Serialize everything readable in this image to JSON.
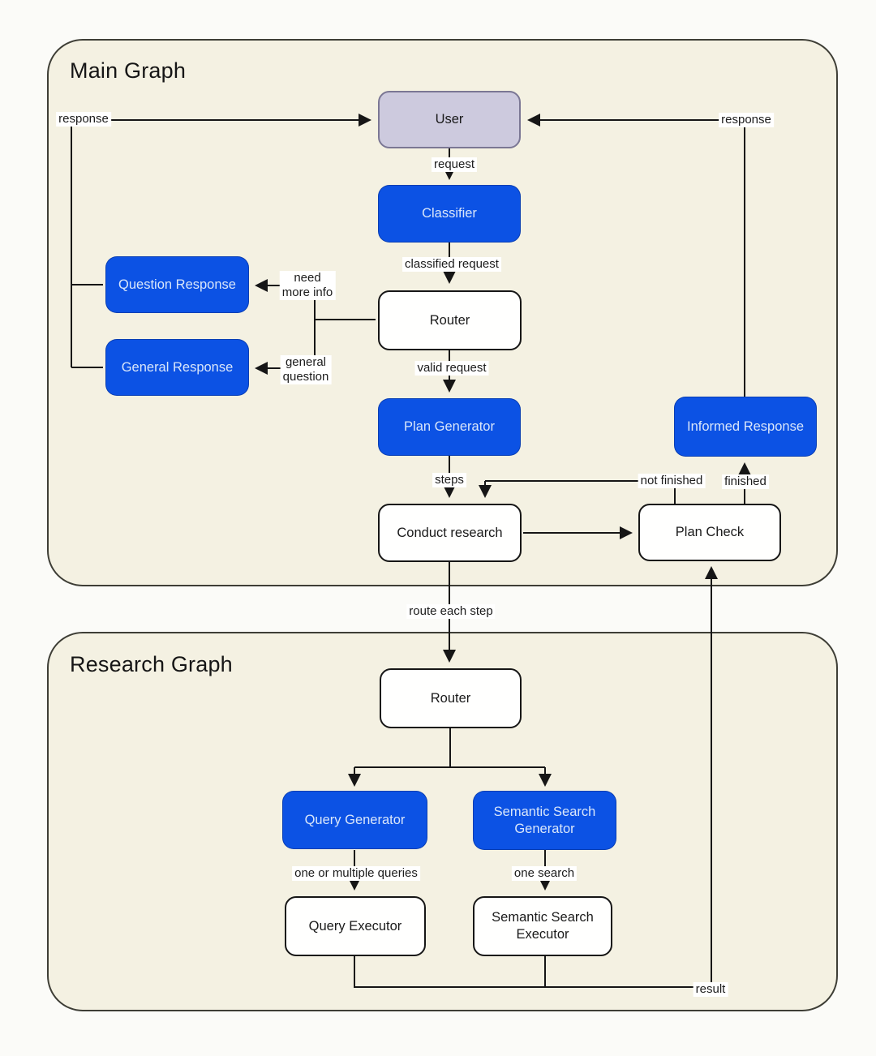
{
  "main_graph": {
    "title": "Main Graph",
    "nodes": {
      "user": "User",
      "classifier": "Classifier",
      "question_response": "Question Response",
      "general_response": "General Response",
      "router": "Router",
      "plan_generator": "Plan Generator",
      "informed_response": "Informed Response",
      "conduct_research": "Conduct research",
      "plan_check": "Plan Check"
    },
    "edge_labels": {
      "response_left": "response",
      "request": "request",
      "classified_request": "classified request",
      "need_more_info": "need\nmore info",
      "general_question": "general\nquestion",
      "valid_request": "valid request",
      "steps": "steps",
      "not_finished": "not finished",
      "finished": "finished",
      "response_right": "response",
      "route_each_step": "route each step"
    }
  },
  "research_graph": {
    "title": "Research Graph",
    "nodes": {
      "router": "Router",
      "query_generator": "Query Generator",
      "semantic_search_generator": "Semantic Search\nGenerator",
      "query_executor": "Query Executor",
      "semantic_search_executor": "Semantic Search\nExecutor"
    },
    "edge_labels": {
      "one_or_multiple_queries": "one or multiple queries",
      "one_search": "one search",
      "result": "result"
    }
  },
  "colors": {
    "page_bg": "#fbfbf8",
    "container_fill": "#f4f1e2",
    "container_border": "#3e3e36",
    "node_blue": "#0c52e4",
    "node_white_fill": "#fffffe",
    "node_user_fill": "#cdcade",
    "node_user_border": "#7b7794",
    "node_text_light": "#d9e6fa",
    "node_text_dark": "#1a1a1a",
    "edge_color": "#161616",
    "label_bg": "#ffffff",
    "label_color": "#1c1c1c",
    "title_color": "#161616"
  }
}
